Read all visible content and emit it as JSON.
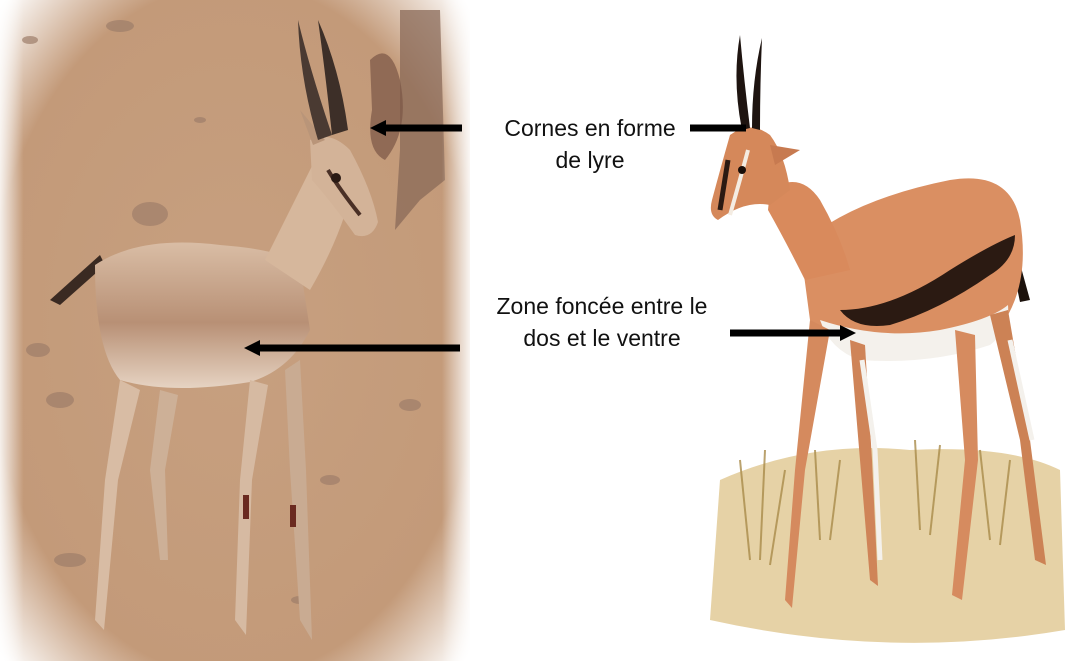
{
  "annotations": {
    "horns": {
      "line1": "Cornes en forme",
      "line2": "de lyre"
    },
    "dark_band": {
      "line1": "Zone foncée entre le",
      "line2": "dos et le ventre"
    }
  },
  "colors": {
    "photo_ground": "#c49a7a",
    "photo_animal": "#d7b69a",
    "illus_coat": "#d98c5f",
    "dark_band": "#2b1a12",
    "belly": "#f4f1ec",
    "arrow": "#000000"
  }
}
